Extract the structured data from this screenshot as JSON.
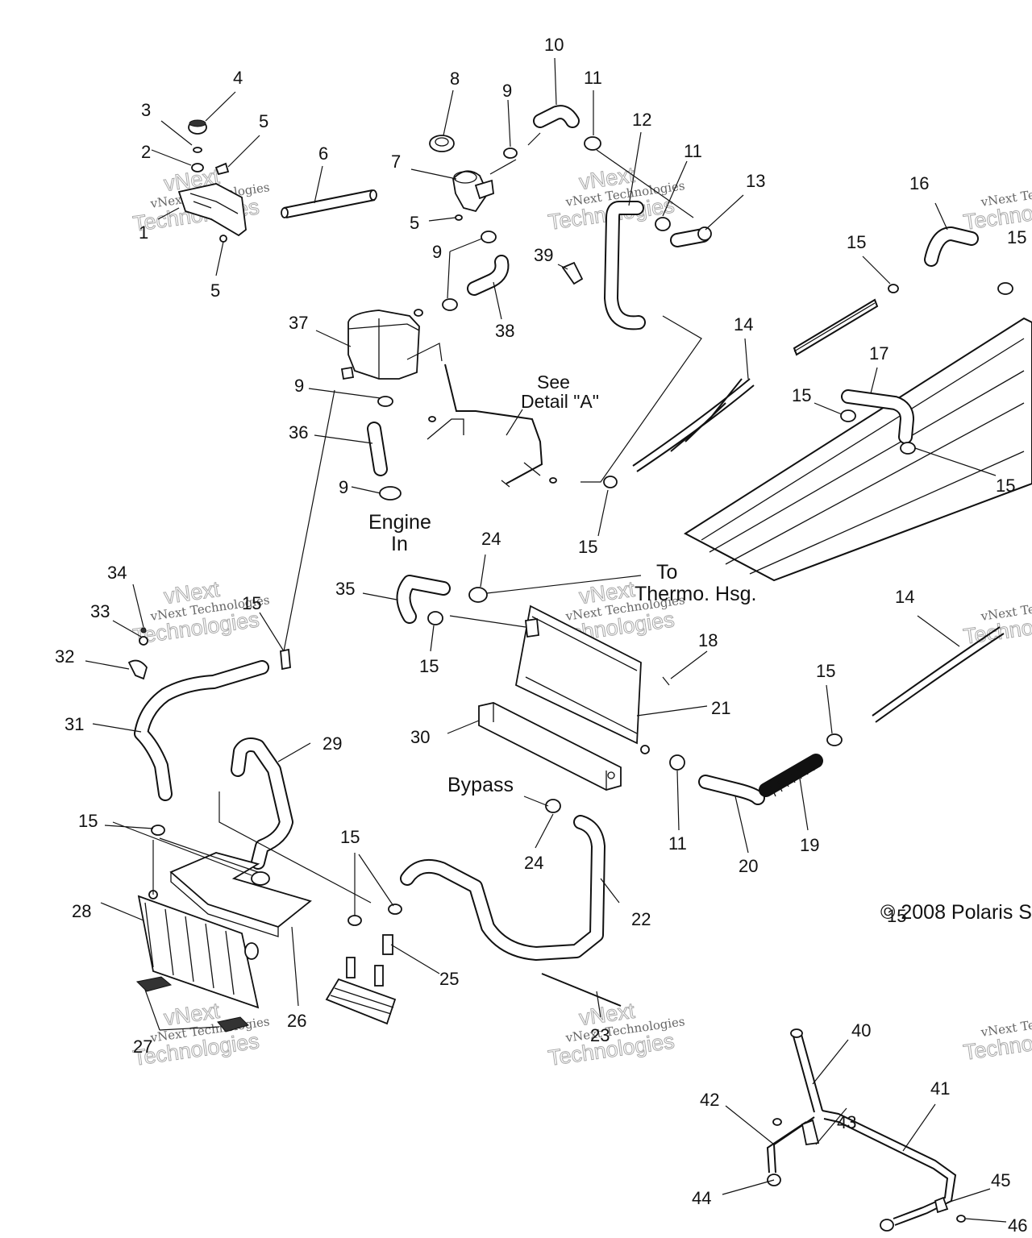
{
  "part_numbers": [
    "1",
    "2",
    "3",
    "4",
    "5",
    "5",
    "5",
    "6",
    "7",
    "8",
    "9",
    "9",
    "9",
    "9",
    "10",
    "11",
    "11",
    "11",
    "12",
    "13",
    "14",
    "14",
    "15",
    "15",
    "15",
    "15",
    "15",
    "15",
    "15",
    "15",
    "15",
    "15",
    "15",
    "16",
    "17",
    "18",
    "19",
    "20",
    "21",
    "22",
    "23",
    "24",
    "24",
    "25",
    "26",
    "27",
    "28",
    "29",
    "30",
    "31",
    "32",
    "33",
    "34",
    "35",
    "36",
    "37",
    "38",
    "39",
    "40",
    "41",
    "42",
    "43",
    "44",
    "45",
    "46"
  ],
  "callouts": {
    "see_detail": "See",
    "detail_a": "Detail \"A\"",
    "engine_in_1": "Engine",
    "engine_in_2": "In",
    "to_thermo_1": "To",
    "to_thermo_2": "Thermo. Hsg.",
    "bypass": "Bypass",
    "copyright": "© 2008 Polaris S"
  },
  "watermark": {
    "line1": "vNext Technologies",
    "line2": "Technologies",
    "stamp": "vNext"
  }
}
